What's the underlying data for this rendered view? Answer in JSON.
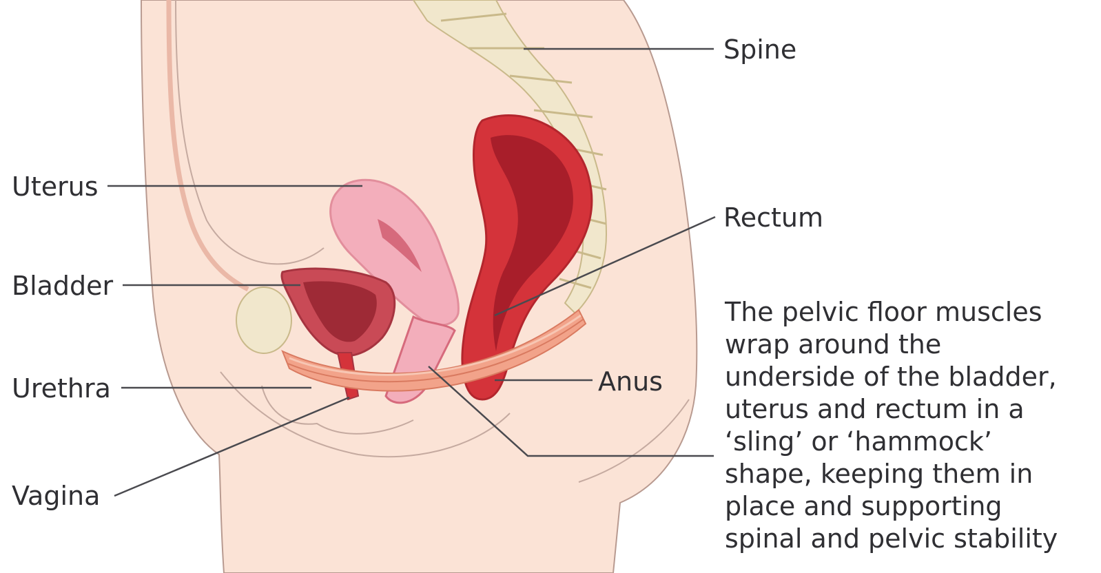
{
  "diagram": {
    "labels": {
      "spine": "Spine",
      "uterus": "Uterus",
      "rectum": "Rectum",
      "bladder": "Bladder",
      "urethra": "Urethra",
      "anus": "Anus",
      "vagina": "Vagina"
    },
    "description_lines": [
      "The pelvic floor muscles",
      "wrap around the",
      "underside of the bladder,",
      "uterus and rectum in a",
      "‘sling’ or ‘hammock’",
      "shape, keeping them in",
      "place and supporting",
      "spinal and pelvic stability"
    ],
    "colors": {
      "skin": "#fbe3d6",
      "skin_outline": "#b89a90",
      "bone": "#f1e7cc",
      "bone_outline": "#c9b98a",
      "muscle": "#f2a38a",
      "uterus": "#f3aebb",
      "rectum": "#d4333a",
      "rectum_inner": "#a81e2a",
      "bladder": "#c94a56",
      "leader_line": "#4a4a4f",
      "text": "#2f2f33"
    }
  }
}
